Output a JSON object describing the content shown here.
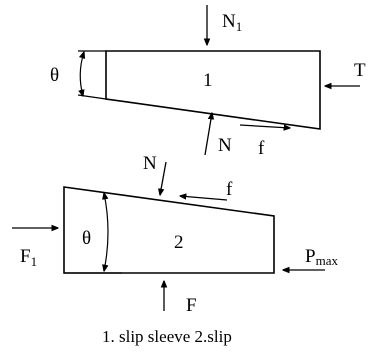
{
  "labels": {
    "theta_top": "θ",
    "block_1": "1",
    "N1_base": "N",
    "N1_sub": "1",
    "T": "T",
    "N_top": "N",
    "f_top": "f",
    "N_bottom": "N",
    "f_bottom": "f",
    "theta_bottom": "θ",
    "block_2": "2",
    "F1_base": "F",
    "F1_sub": "1",
    "Pmax_base": "P",
    "Pmax_sub": "max",
    "F": "F"
  },
  "caption": "1. slip sleeve  2.slip"
}
